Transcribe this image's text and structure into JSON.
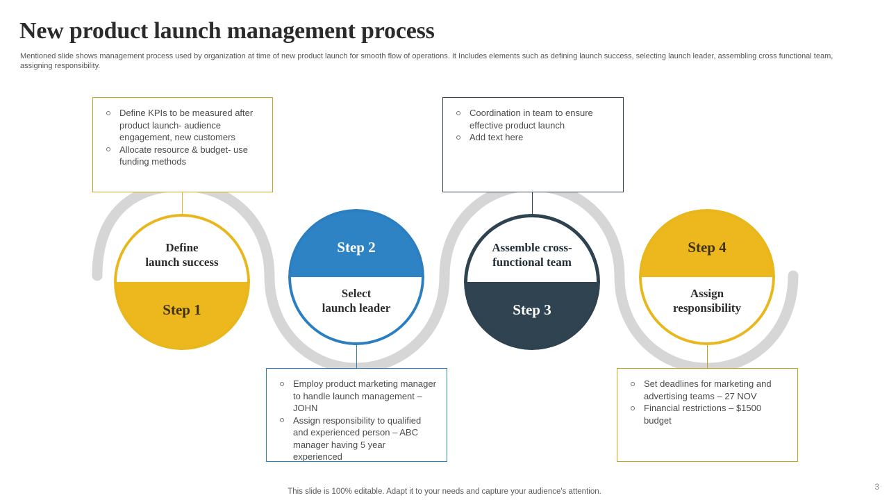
{
  "header": {
    "title": "New product launch management process",
    "subtitle": "Mentioned slide shows  management process used by organization at time of new product launch for smooth flow of operations. It Includes elements such as defining launch success, selecting launch leader, assembling cross functional team, assigning responsibility."
  },
  "colors": {
    "gold": "#e8b71d",
    "gold_fill": "#edb71e",
    "blue": "#2e83c4",
    "navy": "#2f4450",
    "ribbon_gray": "#d6d6d6"
  },
  "nodes": [
    {
      "id": "node1",
      "step_label": "Step 1",
      "desc_line1": "Define",
      "desc_line2": "launch success",
      "accent": "#e8b71d"
    },
    {
      "id": "node2",
      "step_label": "Step 2",
      "desc_line1": "Select",
      "desc_line2": "launch leader",
      "accent": "#2e83c4"
    },
    {
      "id": "node3",
      "step_label": "Step 3",
      "desc_line1": "Assemble cross-",
      "desc_line2": "functional team",
      "accent": "#2f4450"
    },
    {
      "id": "node4",
      "step_label": "Step 4",
      "desc_line1": "Assign",
      "desc_line2": "responsibility",
      "accent": "#e8b71d"
    }
  ],
  "boxes": [
    {
      "id": "box1",
      "border": "#c8a415",
      "items": [
        "Define KPIs to be measured after product launch- audience engagement, new customers",
        "Allocate resource & budget- use funding methods"
      ]
    },
    {
      "id": "box2",
      "border": "#2f4250",
      "items": [
        "Coordination in team to ensure effective product launch",
        "Add text here"
      ]
    },
    {
      "id": "box3",
      "border": "#2b7fc0",
      "items": [
        "Employ product marketing manager to handle launch management – JOHN",
        "Assign responsibility to qualified and experienced person – ABC manager having 5 year experienced"
      ]
    },
    {
      "id": "box4",
      "border": "#c8a415",
      "items": [
        "Set deadlines for marketing and advertising teams – 27 NOV",
        "Financial restrictions – $1500 budget"
      ]
    }
  ],
  "footer": {
    "note": "This slide is 100% editable. Adapt it to your needs and capture your audience's attention.",
    "page_number": "3"
  }
}
